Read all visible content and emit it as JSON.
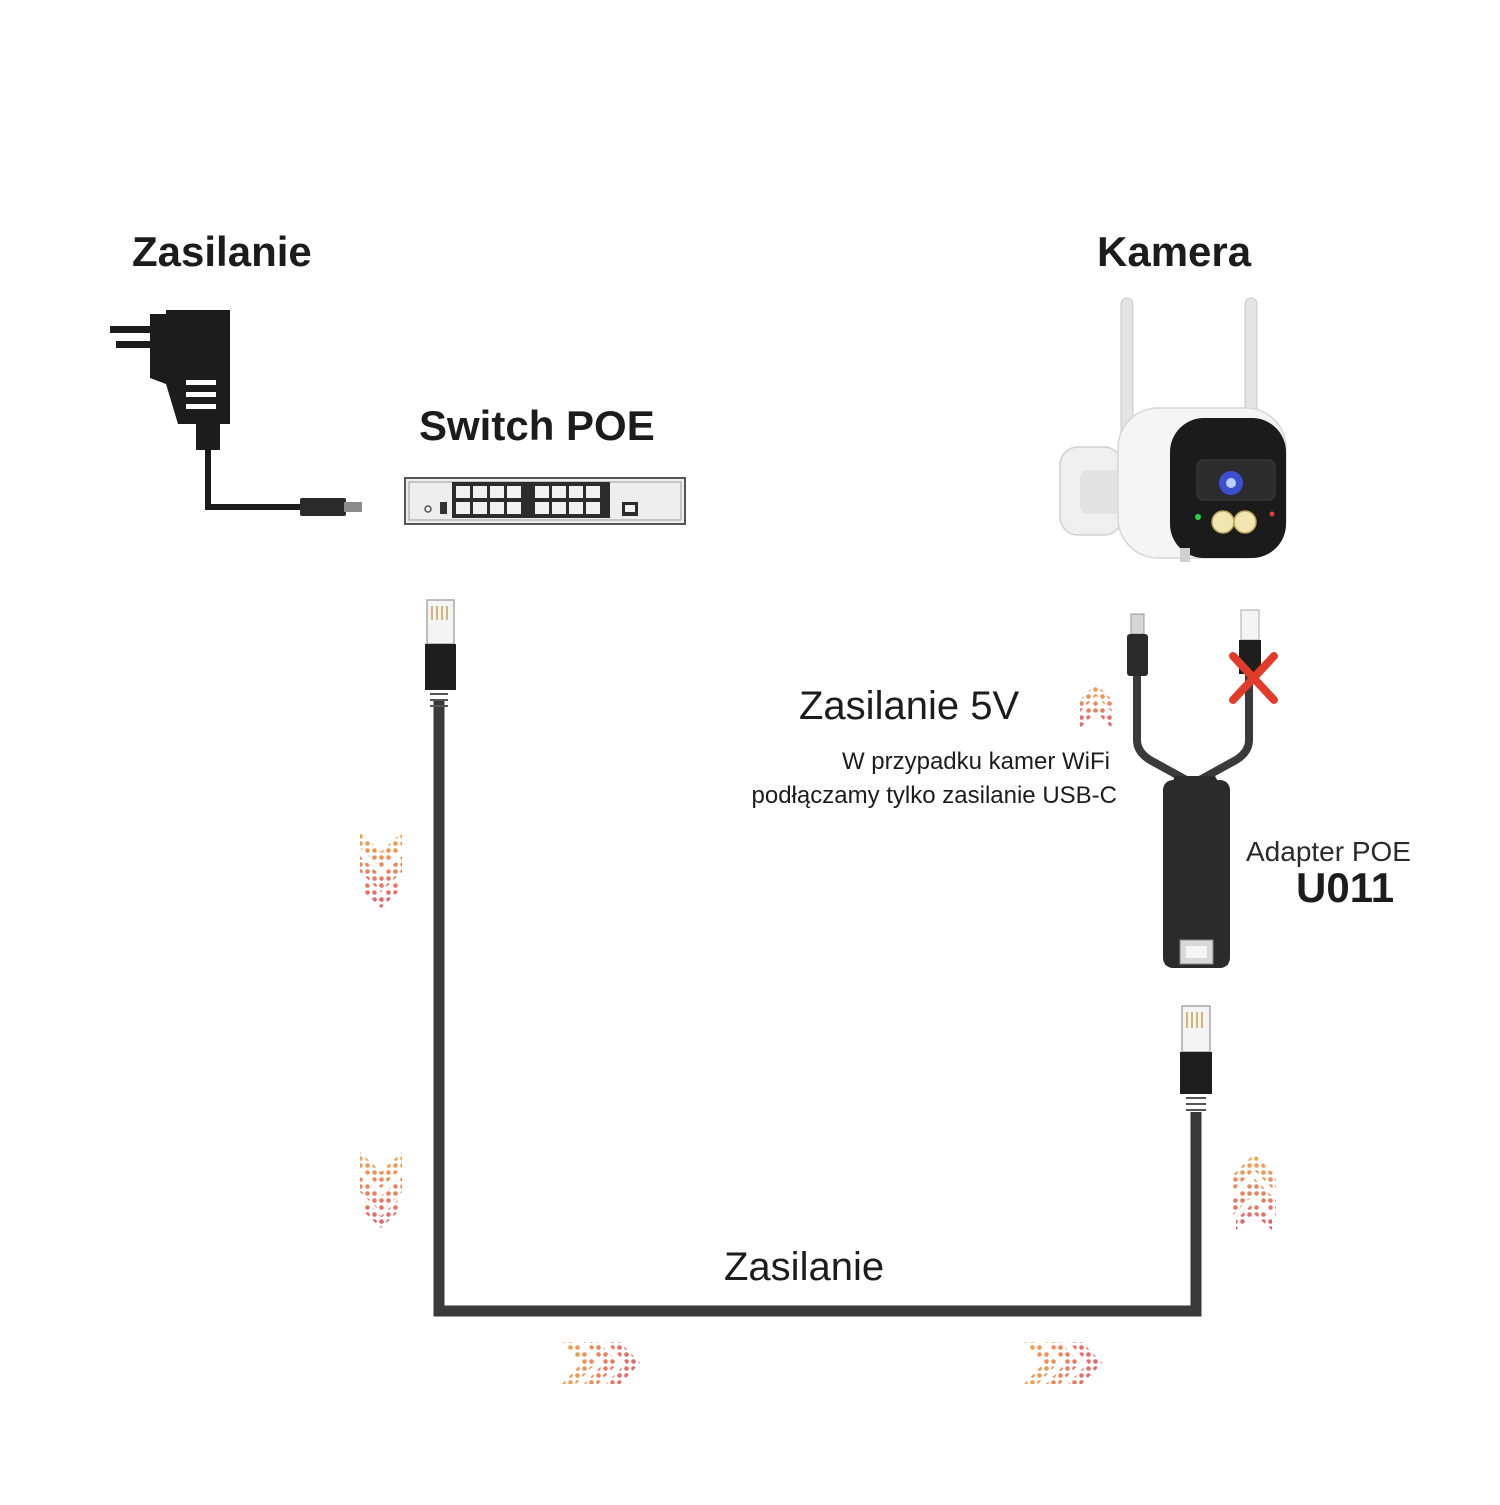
{
  "labels": {
    "power_top": "Zasilanie",
    "switch": "Switch POE",
    "camera": "Kamera",
    "power_5v": "Zasilanie 5V",
    "note_line1": "W przypadku kamer WiFi",
    "note_line2": "podłączamy tylko zasilanie USB-C",
    "adapter": "Adapter POE",
    "adapter_model": "U011",
    "power_bottom": "Zasilanie"
  },
  "icons": {
    "power_adapter": "power-adapter-icon",
    "switch": "poe-switch-icon",
    "camera": "wifi-camera-icon",
    "rj45": "rj45-connector-icon",
    "usb_c": "usb-c-connector-icon",
    "cross": "red-x-icon",
    "arrows": "dotted-chevron-arrow-icon"
  },
  "colors": {
    "text": "#1c1c1c",
    "cable": "#3a3a3a",
    "cross": "#e23b2a",
    "arrow_top": "#f0a050",
    "arrow_bottom": "#e46a6a"
  }
}
